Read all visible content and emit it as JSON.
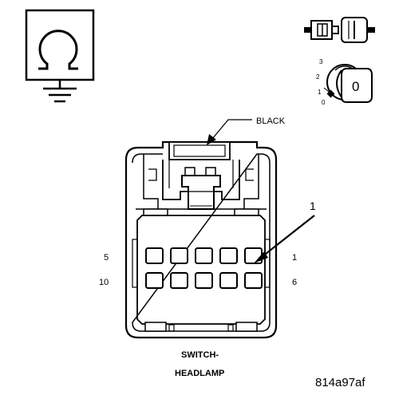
{
  "connector": {
    "color_label": "BLACK",
    "callout_number": "1",
    "pin_labels": {
      "top_left": "5",
      "top_right": "1",
      "bottom_left": "10",
      "bottom_right": "6"
    },
    "name_line1": "SWITCH-",
    "name_line2": "HEADLAMP"
  },
  "symbols": {
    "ohmmeter": "ohm-symbol-icon",
    "connector_probe": "connector-probe-icon",
    "ignition": "ignition-key-icon"
  },
  "ignition_positions": {
    "p3": "3",
    "p2": "2",
    "p1": "1",
    "p0": "0",
    "key_label": "0"
  },
  "figure_id": "814a97af"
}
